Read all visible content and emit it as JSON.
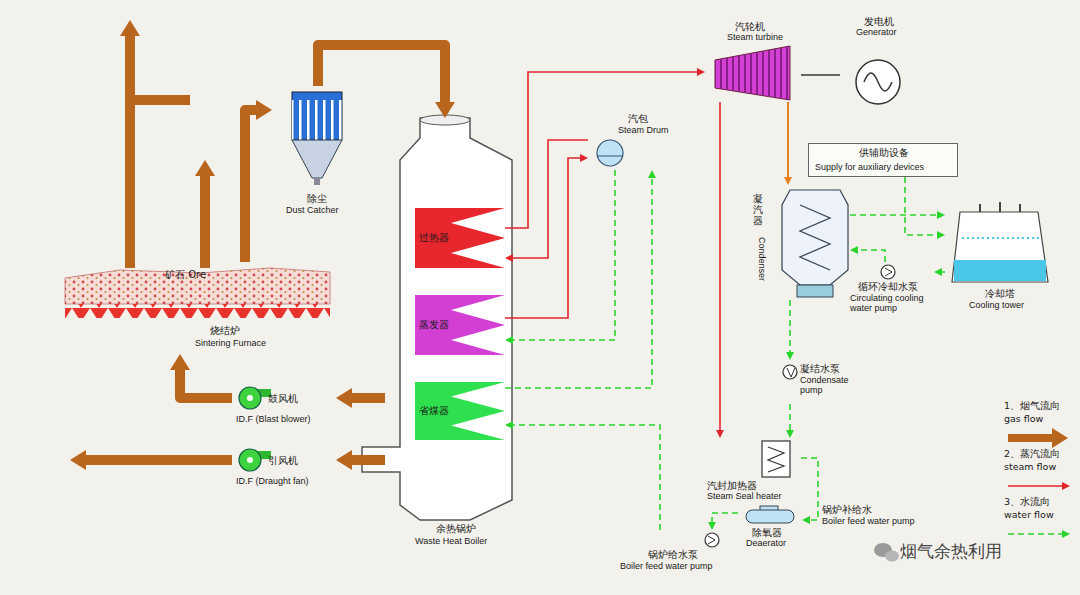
{
  "diagram": {
    "nodes": [
      {
        "text": [
          "矿石 Ore",
          "烧结炉",
          "Sintering Furnace"
        ]
      },
      {
        "text": [
          "除尘",
          "Dust Catcher"
        ]
      },
      {
        "text": [
          "余热锅炉",
          "Waste Heat Boiler"
        ]
      },
      {
        "text": [
          "过热器"
        ],
        "in": 2
      },
      {
        "text": [
          "蒸发器"
        ],
        "in": 2
      },
      {
        "text": [
          "省煤器"
        ],
        "in": 2
      },
      {
        "text": [
          "汽包",
          "Steam Drum"
        ]
      },
      {
        "text": [
          "汽轮机",
          "Steam turbine"
        ]
      },
      {
        "text": [
          "发电机",
          "Generator"
        ]
      },
      {
        "text": [
          "供辅助设备",
          "Supply for auxiliary devices"
        ]
      },
      {
        "text": [
          "凝汽器",
          "Condenser"
        ]
      },
      {
        "text": [
          "冷却塔",
          "Cooling tower"
        ]
      },
      {
        "text": [
          "循环冷却水泵",
          "Circulating cooling water pump"
        ]
      },
      {
        "text": [
          "凝结水泵",
          "Condensate pump"
        ]
      },
      {
        "text": [
          "汽封加热器",
          "Steam Seal heater"
        ]
      },
      {
        "text": [
          "除氧器",
          "Deaerator"
        ]
      },
      {
        "text": [
          "锅炉给水泵",
          "Boiler feed water pump"
        ]
      },
      {
        "text": [
          "鼓风机",
          "ID.F (Blast blower)"
        ]
      },
      {
        "text": [
          "引风机",
          "ID.F (Draught fan)"
        ]
      }
    ],
    "edges": [
      {
        "from": 0,
        "to": 1,
        "arrow": "to"
      },
      {
        "from": 1,
        "to": 2,
        "arrow": "to"
      },
      {
        "from": 2,
        "to": 17,
        "arrow": "to"
      },
      {
        "from": 2,
        "to": 18,
        "arrow": "to"
      },
      {
        "from": 17,
        "to": 0,
        "arrow": "to"
      },
      {
        "from": 3,
        "to": 7,
        "arrow": "to"
      },
      {
        "from": 6,
        "to": 3,
        "arrow": "to"
      },
      {
        "from": 4,
        "to": 6,
        "arrow": "to"
      },
      {
        "from": 6,
        "to": 4,
        "arrow": "to"
      },
      {
        "from": 5,
        "to": 6,
        "arrow": "to"
      },
      {
        "from": 7,
        "to": 8,
        "arrow": "none"
      },
      {
        "from": 7,
        "to": 10,
        "arrow": "to"
      },
      {
        "from": 7,
        "to": 14,
        "arrow": "to"
      },
      {
        "from": 10,
        "to": 13,
        "arrow": "to"
      },
      {
        "from": 13,
        "to": 14,
        "arrow": "to"
      },
      {
        "from": 14,
        "to": 15,
        "arrow": "to"
      },
      {
        "from": 15,
        "to": 16,
        "arrow": "to"
      },
      {
        "from": 16,
        "to": 5,
        "arrow": "to"
      },
      {
        "from": 12,
        "to": 10,
        "arrow": "to"
      },
      {
        "from": 10,
        "to": 11,
        "arrow": "to"
      },
      {
        "from": 11,
        "to": 12,
        "arrow": "to"
      },
      {
        "from": 9,
        "to": 11,
        "arrow": "to"
      }
    ],
    "labels": [
      "锅炉补给水",
      "Boiler feed water pump",
      "烟气余热利用"
    ],
    "legend": [
      {
        "text": "1、烟气流向 gas flow"
      },
      {
        "text": "2、蒸汽流向 steam flow"
      },
      {
        "text": "3、水流向 water flow"
      }
    ]
  }
}
